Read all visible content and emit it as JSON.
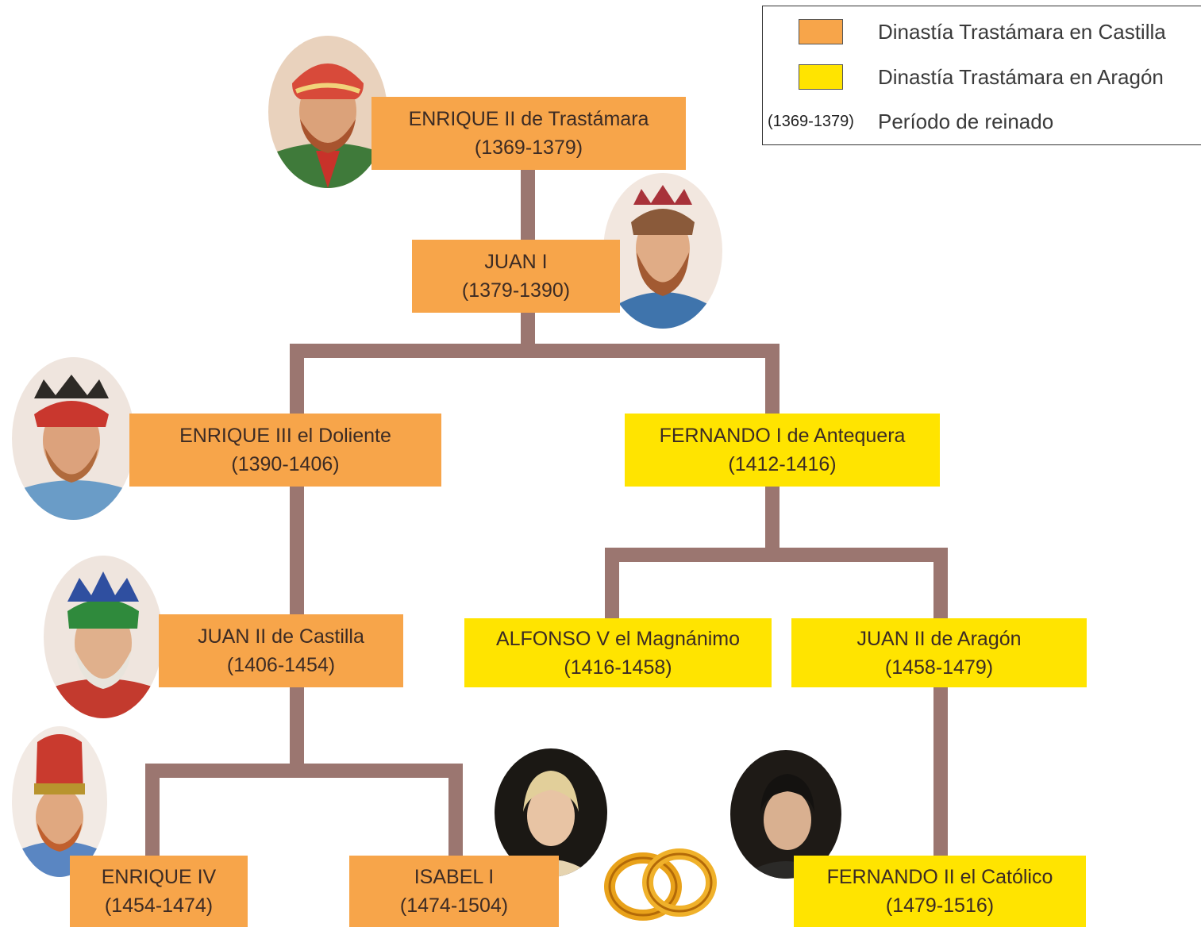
{
  "legend": {
    "items": [
      {
        "label": "Dinastía Trastámara en Castilla",
        "color": "#f7a54a"
      },
      {
        "label": "Dinastía Trastámara en Aragón",
        "color": "#ffe400"
      }
    ],
    "period_example": "(1369-1379)",
    "period_label": "Período de reinado"
  },
  "monarchs": {
    "enrique_ii": {
      "name": "ENRIQUE II de Trastámara",
      "period": "(1369-1379)",
      "dynasty": "Castilla"
    },
    "juan_i": {
      "name": "JUAN I",
      "period": "(1379-1390)",
      "dynasty": "Castilla"
    },
    "enrique_iii": {
      "name": "ENRIQUE III el Doliente",
      "period": "(1390-1406)",
      "dynasty": "Castilla"
    },
    "fernando_i": {
      "name": "FERNANDO I de Antequera",
      "period": "(1412-1416)",
      "dynasty": "Aragón"
    },
    "juan_ii_castilla": {
      "name": "JUAN II de Castilla",
      "period": "(1406-1454)",
      "dynasty": "Castilla"
    },
    "alfonso_v": {
      "name": "ALFONSO V el Magnánimo",
      "period": "(1416-1458)",
      "dynasty": "Aragón"
    },
    "juan_ii_aragon": {
      "name": "JUAN II de Aragón",
      "period": "(1458-1479)",
      "dynasty": "Aragón"
    },
    "enrique_iv": {
      "name": "ENRIQUE IV",
      "period": "(1454-1474)",
      "dynasty": "Castilla"
    },
    "isabel_i": {
      "name": "ISABEL I",
      "period": "(1474-1504)",
      "dynasty": "Castilla"
    },
    "fernando_ii": {
      "name": "FERNANDO II el Católico",
      "period": "(1479-1516)",
      "dynasty": "Aragón"
    }
  },
  "colors": {
    "castilla": "#f7a54a",
    "aragon": "#ffe400",
    "connector": "#9b7670"
  }
}
